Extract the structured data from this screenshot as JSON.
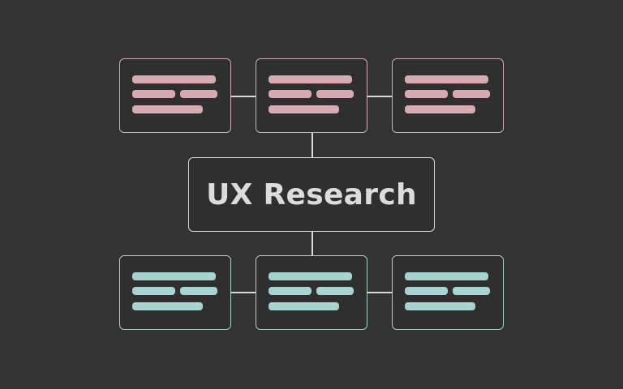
{
  "center": {
    "title": "UX Research"
  },
  "colors": {
    "background": "#333333",
    "top_accent": "#d8aab1",
    "bottom_accent": "#a6d4d3",
    "center_border": "#d9d9d9",
    "connector": "#d9d9d9"
  },
  "top_cards": [
    {
      "content": "placeholder-text-lines"
    },
    {
      "content": "placeholder-text-lines"
    },
    {
      "content": "placeholder-text-lines"
    }
  ],
  "bottom_cards": [
    {
      "content": "placeholder-text-lines"
    },
    {
      "content": "placeholder-text-lines"
    },
    {
      "content": "placeholder-text-lines"
    }
  ]
}
